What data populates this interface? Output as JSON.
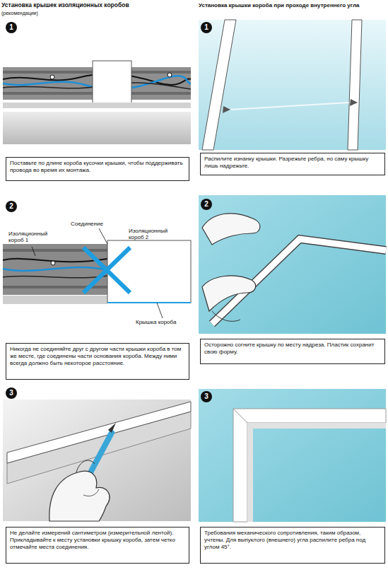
{
  "diagram": {
    "nodes": [
      {
        "text": [
          "1"
        ]
      },
      {
        "text": [
          "Поставьте по длине короба кусочки крышки, чтобы поддерживать провода во время их монтажа."
        ]
      },
      {
        "text": [
          "2"
        ]
      },
      {
        "text": [
          "Никогда не соединяйте друг с другом части крышки короба в том же месте, где соединены части основания короба. Между ними всегда должно быть некоторое расстояние."
        ]
      },
      {
        "text": [
          "3"
        ]
      },
      {
        "text": [
          "Не делайте измерений сантиметром (измерительной лентой). Прикладывайте к месту установки крышку короба, затем четко отмечайте места соединения."
        ]
      },
      {
        "text": [
          "1"
        ]
      },
      {
        "text": [
          "Распилите изнанку крышки. Разрежьте ребра, но саму крышку лишь надрежьте."
        ]
      },
      {
        "text": [
          "2"
        ]
      },
      {
        "text": [
          "Осторожно согните крышку по месту надреза. Пластик сохранит свою форму."
        ]
      },
      {
        "text": [
          "3"
        ]
      },
      {
        "text": [
          "Требования механического сопротивления, таким образом, учтены. Для выпуклого (внешнего) угла распилите ребра под углом 45°."
        ]
      }
    ],
    "labels": [
      "Установка крышек изоляционных коробов",
      "(рекомендации)",
      "Установка крышки короба при проходе внутреннего угла",
      "Соединение",
      "Изоляционный короб 1",
      "Изоляционный короб 2",
      "Крышка короба"
    ]
  }
}
